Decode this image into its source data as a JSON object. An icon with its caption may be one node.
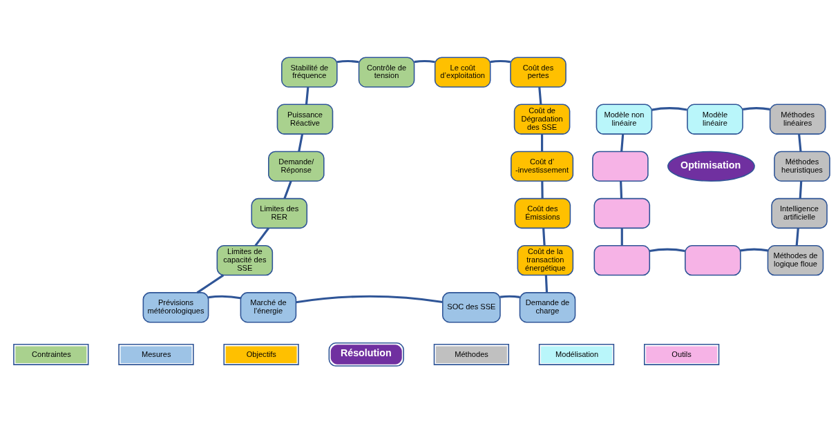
{
  "diagram": {
    "nodes": [
      {
        "text": [
          "Stabilité de fréquence"
        ]
      },
      {
        "text": [
          "Contrôle de tension"
        ]
      },
      {
        "text": [
          "Le coût d’exploitation"
        ]
      },
      {
        "text": [
          "Coût des pertes"
        ]
      },
      {
        "text": [
          "Puissance Réactive"
        ]
      },
      {
        "text": [
          "Coût de Dégradation des SSE"
        ]
      },
      {
        "text": [
          "Demande/ Réponse"
        ]
      },
      {
        "text": [
          "Coût d’ -investissement"
        ]
      },
      {
        "text": [
          "Limites des RER"
        ]
      },
      {
        "text": [
          "Coût des Émissions"
        ]
      },
      {
        "text": [
          "Limites de capacité des SSE"
        ]
      },
      {
        "text": [
          "Coût de la transaction énergétique"
        ]
      },
      {
        "text": [
          "Prévisions météorologiques"
        ]
      },
      {
        "text": [
          "Marché de l'énergie"
        ]
      },
      {
        "text": [
          "SOC des SSE"
        ]
      },
      {
        "text": [
          "Demande de charge"
        ]
      },
      {
        "text": [
          "Modèle non linéaire"
        ]
      },
      {
        "text": [
          "Modèle linéaire"
        ]
      },
      {
        "text": [
          "Méthodes linéaires"
        ]
      },
      {
        "text": [],
        "shape": "box"
      },
      {
        "text": [
          "Optimisation"
        ]
      },
      {
        "text": [
          "Méthodes heuristiques"
        ]
      },
      {
        "text": [],
        "shape": "box"
      },
      {
        "text": [
          "Intelligence artificielle"
        ]
      },
      {
        "text": [],
        "shape": "box"
      },
      {
        "text": [],
        "shape": "box"
      },
      {
        "text": [
          "Méthodes de logique floue"
        ]
      }
    ],
    "edges": [
      {
        "from": 0,
        "to": 1,
        "arrow": "none"
      },
      {
        "from": 1,
        "to": 2,
        "arrow": "none"
      },
      {
        "from": 2,
        "to": 3,
        "arrow": "none"
      },
      {
        "from": 3,
        "to": 5,
        "arrow": "none"
      },
      {
        "from": 5,
        "to": 7,
        "arrow": "none"
      },
      {
        "from": 7,
        "to": 9,
        "arrow": "none"
      },
      {
        "from": 9,
        "to": 11,
        "arrow": "none"
      },
      {
        "from": 11,
        "to": 15,
        "arrow": "none"
      },
      {
        "from": 14,
        "to": 15,
        "arrow": "none"
      },
      {
        "from": 13,
        "to": 14,
        "arrow": "none"
      },
      {
        "from": 12,
        "to": 13,
        "arrow": "none"
      },
      {
        "from": 10,
        "to": 12,
        "arrow": "none"
      },
      {
        "from": 8,
        "to": 10,
        "arrow": "none"
      },
      {
        "from": 6,
        "to": 8,
        "arrow": "none"
      },
      {
        "from": 4,
        "to": 6,
        "arrow": "none"
      },
      {
        "from": 0,
        "to": 4,
        "arrow": "none"
      },
      {
        "from": 16,
        "to": 17,
        "arrow": "none"
      },
      {
        "from": 17,
        "to": 18,
        "arrow": "none"
      },
      {
        "from": 18,
        "to": 21,
        "arrow": "none"
      },
      {
        "from": 21,
        "to": 23,
        "arrow": "none"
      },
      {
        "from": 23,
        "to": 26,
        "arrow": "none"
      },
      {
        "from": 25,
        "to": 26,
        "arrow": "none"
      },
      {
        "from": 24,
        "to": 25,
        "arrow": "none"
      },
      {
        "from": 22,
        "to": 24,
        "arrow": "none"
      },
      {
        "from": 19,
        "to": 22,
        "arrow": "none"
      },
      {
        "from": 16,
        "to": 19,
        "arrow": "none"
      }
    ],
    "legend": [
      {
        "text": "Contraintes",
        "color": "#a9d18e"
      },
      {
        "text": "Mesures",
        "color": "#9dc3e6"
      },
      {
        "text": "Objectifs",
        "color": "#ffc000"
      },
      {
        "text": "Résolution",
        "color": "#7030a0"
      },
      {
        "text": "Méthodes",
        "color": "#c0c0c0"
      },
      {
        "text": "Modélisation",
        "color": "#b9f6fa"
      },
      {
        "text": "Outils",
        "color": "#f6b3e6"
      }
    ]
  }
}
